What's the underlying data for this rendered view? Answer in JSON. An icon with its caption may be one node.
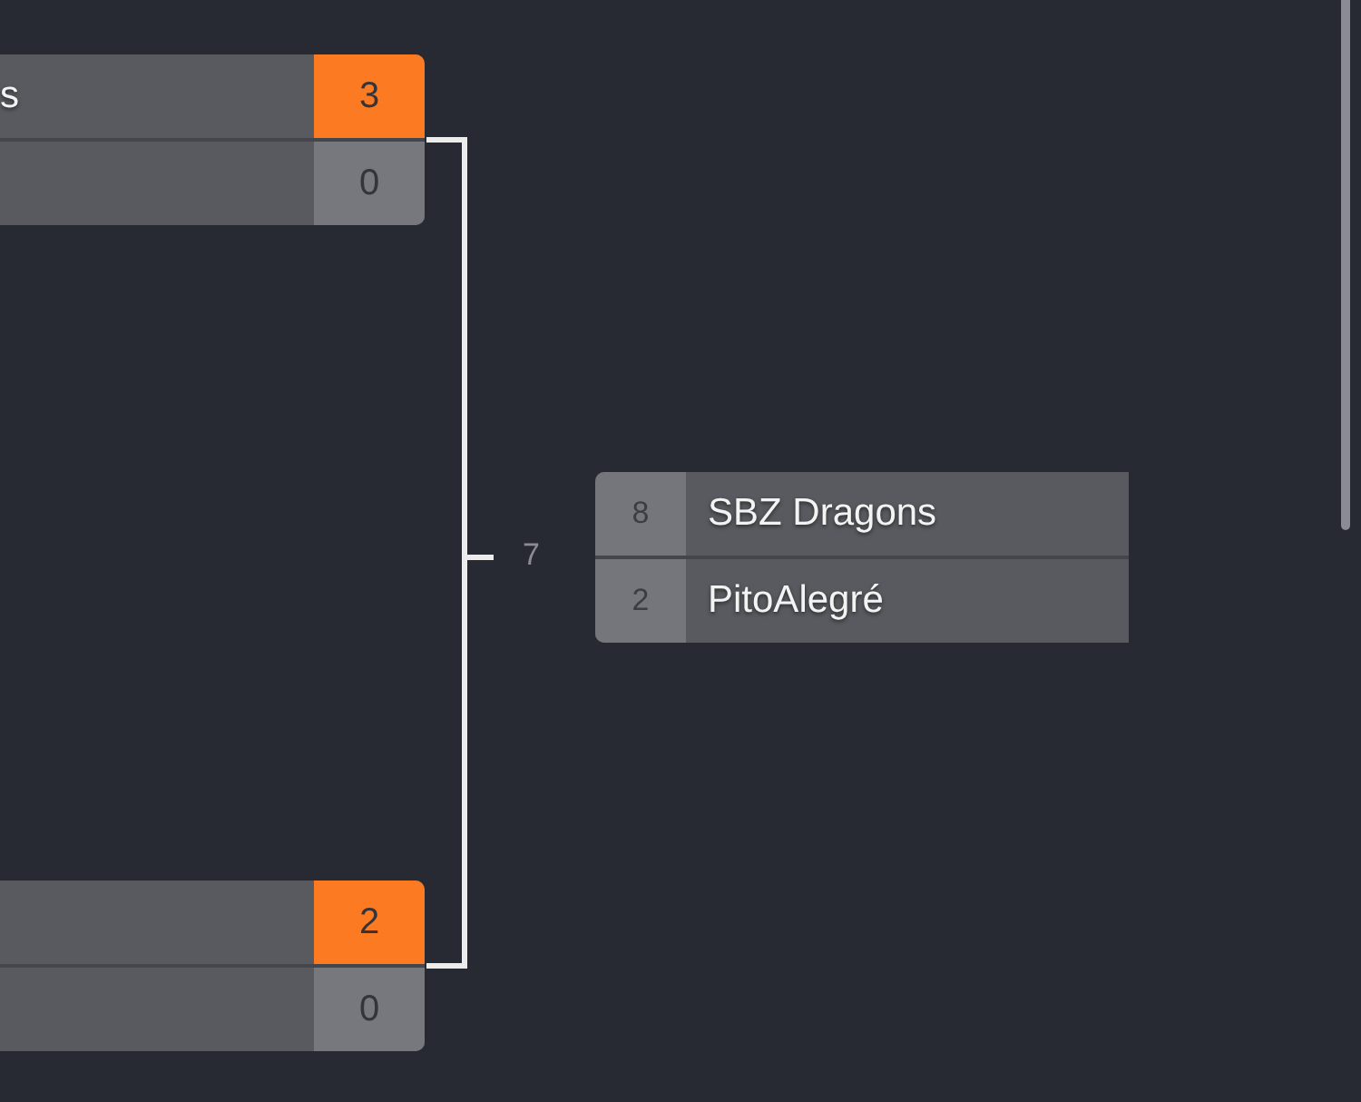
{
  "diagram": {
    "nodes": [
      {
        "text": [],
        "shape": "box"
      },
      {
        "text": [
          "s",
          "3"
        ],
        "in": 0
      },
      {
        "text": [
          "0"
        ],
        "in": 0
      },
      {
        "text": [],
        "shape": "box"
      },
      {
        "text": [
          "2"
        ],
        "in": 3
      },
      {
        "text": [
          "0"
        ],
        "in": 3
      },
      {
        "text": [],
        "shape": "box",
        "beside": [
          "7"
        ]
      },
      {
        "text": [
          "8",
          "SBZ Dragons"
        ],
        "in": 6
      },
      {
        "text": [
          "2",
          "PitoAlegré"
        ],
        "in": 6
      }
    ],
    "edges": [
      {
        "from": 0,
        "to": 6,
        "arrow": "none"
      },
      {
        "from": 3,
        "to": 6,
        "arrow": "none"
      }
    ]
  }
}
